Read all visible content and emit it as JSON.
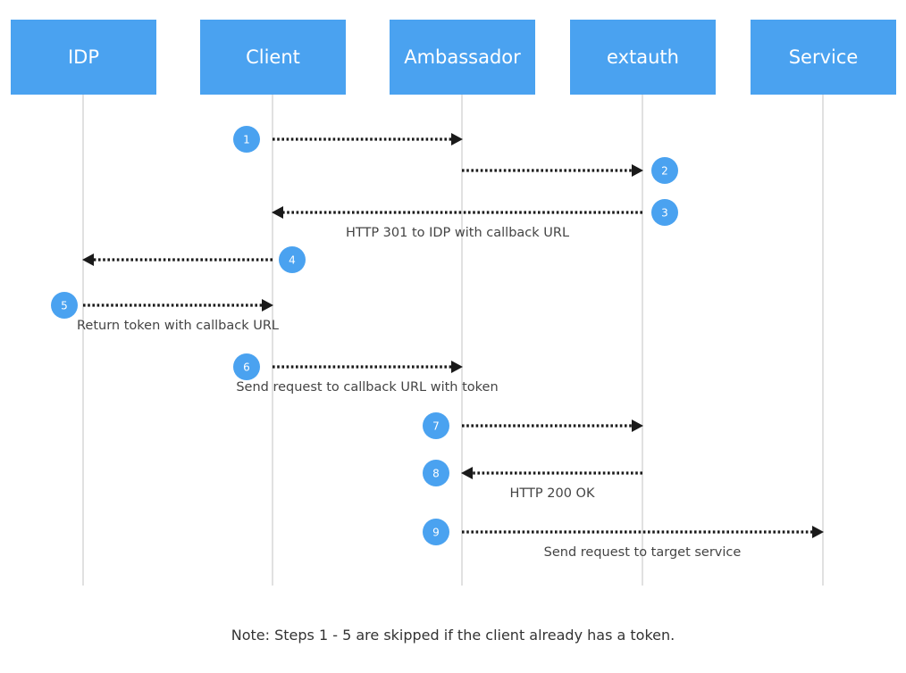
{
  "colors": {
    "header_bg": "#4aa2f0",
    "step_badge": "#4aa2f0",
    "lifeline": "#d7d7d7",
    "arrow": "#1a1a1a"
  },
  "participants": [
    {
      "id": "idp",
      "label": "IDP"
    },
    {
      "id": "client",
      "label": "Client"
    },
    {
      "id": "ambassador",
      "label": "Ambassador"
    },
    {
      "id": "extauth",
      "label": "extauth"
    },
    {
      "id": "service",
      "label": "Service"
    }
  ],
  "messages": [
    {
      "step": "1",
      "from": "client",
      "to": "ambassador",
      "label": ""
    },
    {
      "step": "2",
      "from": "ambassador",
      "to": "extauth",
      "label": ""
    },
    {
      "step": "3",
      "from": "extauth",
      "to": "client",
      "label": "HTTP 301 to IDP with callback URL"
    },
    {
      "step": "4",
      "from": "client",
      "to": "idp",
      "label": ""
    },
    {
      "step": "5",
      "from": "idp",
      "to": "client",
      "label": "Return token with callback URL"
    },
    {
      "step": "6",
      "from": "client",
      "to": "ambassador",
      "label": "Send request to callback URL with token"
    },
    {
      "step": "7",
      "from": "ambassador",
      "to": "extauth",
      "label": ""
    },
    {
      "step": "8",
      "from": "extauth",
      "to": "ambassador",
      "label": "HTTP 200 OK"
    },
    {
      "step": "9",
      "from": "ambassador",
      "to": "service",
      "label": "Send request to target service"
    }
  ],
  "note": "Note: Steps 1 - 5 are skipped if the client already has a token."
}
